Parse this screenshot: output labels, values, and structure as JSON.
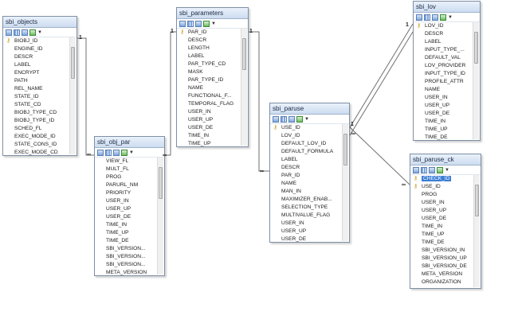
{
  "tables": [
    {
      "id": "sbi_objects",
      "title": "sbi_objects",
      "fields": [
        {
          "name": "BIOBJ_ID",
          "pk": true
        },
        {
          "name": "ENGINE_ID"
        },
        {
          "name": "DESCR"
        },
        {
          "name": "LABEL"
        },
        {
          "name": "ENCRYPT"
        },
        {
          "name": "PATH"
        },
        {
          "name": "REL_NAME"
        },
        {
          "name": "STATE_ID"
        },
        {
          "name": "STATE_CD"
        },
        {
          "name": "BIOBJ_TYPE_CD"
        },
        {
          "name": "BIOBJ_TYPE_ID"
        },
        {
          "name": "SCHED_FL"
        },
        {
          "name": "EXEC_MODE_ID"
        },
        {
          "name": "STATE_CONS_ID"
        },
        {
          "name": "EXEC_MODE_CD"
        }
      ]
    },
    {
      "id": "sbi_obj_par",
      "title": "sbi_obj_par",
      "fields": [
        {
          "name": "VIEW_FL"
        },
        {
          "name": "MULT_FL"
        },
        {
          "name": "PROG"
        },
        {
          "name": "PARURL_NM"
        },
        {
          "name": "PRIORITY"
        },
        {
          "name": "USER_IN"
        },
        {
          "name": "USER_UP"
        },
        {
          "name": "USER_DE"
        },
        {
          "name": "TIME_IN"
        },
        {
          "name": "TIME_UP"
        },
        {
          "name": "TIME_DE"
        },
        {
          "name": "SBI_VERSION..."
        },
        {
          "name": "SBI_VERSION..."
        },
        {
          "name": "SBI_VERSION..."
        },
        {
          "name": "META_VERSION"
        }
      ]
    },
    {
      "id": "sbi_parameters",
      "title": "sbi_parameters",
      "fields": [
        {
          "name": "PAR_ID",
          "pk": true
        },
        {
          "name": "DESCR"
        },
        {
          "name": "LENGTH"
        },
        {
          "name": "LABEL"
        },
        {
          "name": "PAR_TYPE_CD"
        },
        {
          "name": "MASK"
        },
        {
          "name": "PAR_TYPE_ID"
        },
        {
          "name": "NAME"
        },
        {
          "name": "FUNCTIONAL_F..."
        },
        {
          "name": "TEMPORAL_FLAG"
        },
        {
          "name": "USER_IN"
        },
        {
          "name": "USER_UP"
        },
        {
          "name": "USER_DE"
        },
        {
          "name": "TIME_IN"
        },
        {
          "name": "TIME_UP"
        }
      ]
    },
    {
      "id": "sbi_paruse",
      "title": "sbi_paruse",
      "fields": [
        {
          "name": "USE_ID",
          "pk": true
        },
        {
          "name": "LOV_ID"
        },
        {
          "name": "DEFAULT_LOV_ID"
        },
        {
          "name": "DEFAULT_FORMULA"
        },
        {
          "name": "LABEL"
        },
        {
          "name": "DESCR"
        },
        {
          "name": "PAR_ID"
        },
        {
          "name": "NAME"
        },
        {
          "name": "MAN_IN"
        },
        {
          "name": "MAXIMIZER_ENAB..."
        },
        {
          "name": "SELECTION_TYPE"
        },
        {
          "name": "MULTIVALUE_FLAG"
        },
        {
          "name": "USER_IN"
        },
        {
          "name": "USER_UP"
        },
        {
          "name": "USER_DE"
        }
      ]
    },
    {
      "id": "sbi_lov",
      "title": "sbi_lov",
      "fields": [
        {
          "name": "LOV_ID",
          "pk": true
        },
        {
          "name": "DESCR"
        },
        {
          "name": "LABEL"
        },
        {
          "name": "INPUT_TYPE_..."
        },
        {
          "name": "DEFAULT_VAL"
        },
        {
          "name": "LOV_PROVIDER"
        },
        {
          "name": "INPUT_TYPE_ID"
        },
        {
          "name": "PROFILE_ATTR"
        },
        {
          "name": "NAME"
        },
        {
          "name": "USER_IN"
        },
        {
          "name": "USER_UP"
        },
        {
          "name": "USER_DE"
        },
        {
          "name": "TIME_IN"
        },
        {
          "name": "TIME_UP"
        },
        {
          "name": "TIME_DE"
        }
      ]
    },
    {
      "id": "sbi_paruse_ck",
      "title": "sbi_paruse_ck",
      "fields": [
        {
          "name": "CHECK_ID",
          "pk": true,
          "selected": true
        },
        {
          "name": "USE_ID",
          "pk": true
        },
        {
          "name": "PROG"
        },
        {
          "name": "USER_IN"
        },
        {
          "name": "USER_UP"
        },
        {
          "name": "USER_DE"
        },
        {
          "name": "TIME_IN"
        },
        {
          "name": "TIME_UP"
        },
        {
          "name": "TIME_DE"
        },
        {
          "name": "SBI_VERSION_IN"
        },
        {
          "name": "SBI_VERSION_UP"
        },
        {
          "name": "SBI_VERSION_DE"
        },
        {
          "name": "META_VERSION"
        },
        {
          "name": "ORGANIZATION"
        }
      ]
    }
  ],
  "relationships": [
    {
      "from": "sbi_objects",
      "to": "sbi_obj_par",
      "from_card": "1",
      "to_card": "∞"
    },
    {
      "from": "sbi_parameters",
      "to": "sbi_obj_par",
      "from_card": "1",
      "to_card": "∞"
    },
    {
      "from": "sbi_parameters",
      "to": "sbi_paruse",
      "from_card": "1",
      "to_card": "∞"
    },
    {
      "from": "sbi_lov",
      "to": "sbi_paruse",
      "from_card": "1",
      "to_card": "∞"
    },
    {
      "from": "sbi_lov",
      "to": "sbi_paruse",
      "from_card": "1",
      "to_card": "∞"
    },
    {
      "from": "sbi_paruse",
      "to": "sbi_paruse_ck",
      "from_card": "1",
      "to_card": "∞"
    }
  ],
  "colors": {
    "line": "#6e6e6e",
    "title_bg": "#dbe6f5",
    "border": "#7f8fa6",
    "selected": "#3d7fd6",
    "key": "#c79a12"
  }
}
